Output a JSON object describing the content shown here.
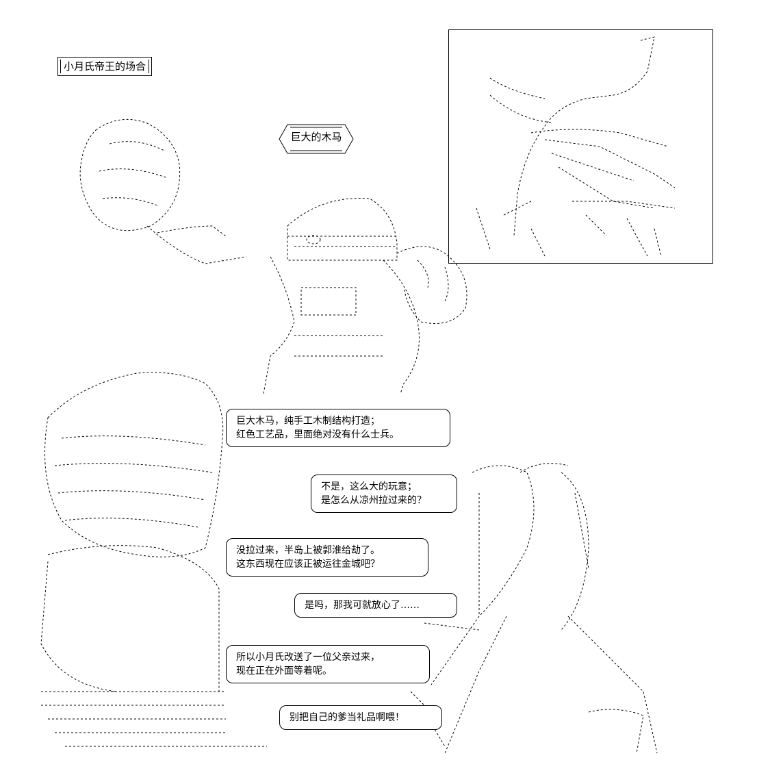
{
  "scene_label": "小月氏帝王的场合",
  "frame_caption": "巨大的木马",
  "dialogue": [
    {
      "lines": [
        "巨大木马，纯手工木制结构打造；",
        "红色工艺品，里面绝对没有什么士兵。"
      ]
    },
    {
      "lines": [
        "不是，这么大的玩意；",
        "是怎么从凉州拉过来的？"
      ]
    },
    {
      "lines": [
        "没拉过来，半岛上被郭淮给劫了。",
        "这东西现在应该正被运往金城吧？"
      ]
    },
    {
      "lines": [
        "是吗，那我可就放心了……"
      ]
    },
    {
      "lines": [
        "所以小月氏改送了一位父亲过来，",
        "现在正在外面等着呢。"
      ]
    },
    {
      "lines": [
        "别把自己的爹当礼品啊喂！"
      ]
    }
  ]
}
